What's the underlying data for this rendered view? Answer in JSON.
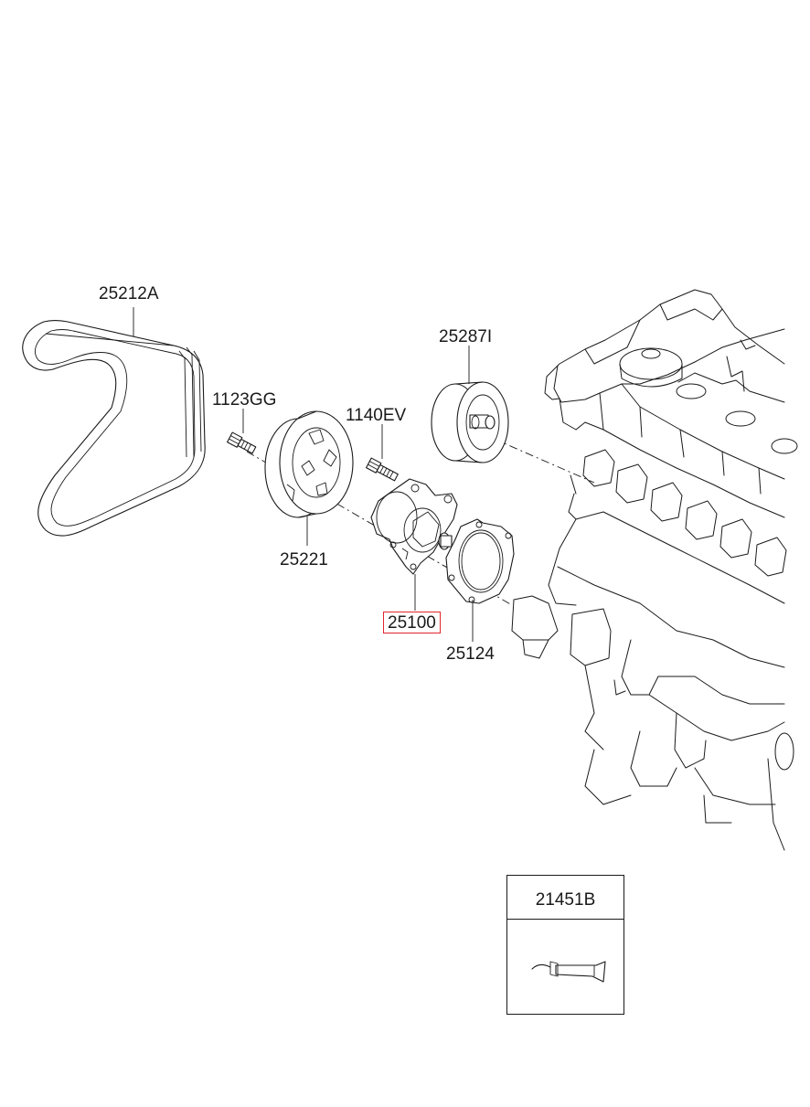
{
  "diagram": {
    "highlight_color": "#e0262b",
    "parts": [
      {
        "id": "belt",
        "label": "25212A",
        "icon": "v-ribbed-belt-icon",
        "highlighted": false
      },
      {
        "id": "bolt-1",
        "label": "1123GG",
        "icon": "bolt-icon",
        "highlighted": false
      },
      {
        "id": "pulley",
        "label": "25221",
        "icon": "pulley-icon",
        "highlighted": false
      },
      {
        "id": "bolt-2",
        "label": "1140EV",
        "icon": "bolt-icon",
        "highlighted": false
      },
      {
        "id": "idler",
        "label": "25287I",
        "icon": "idler-pulley-icon",
        "highlighted": false
      },
      {
        "id": "water-pump",
        "label": "25100",
        "icon": "water-pump-icon",
        "highlighted": true
      },
      {
        "id": "gasket",
        "label": "25124",
        "icon": "gasket-icon",
        "highlighted": false
      }
    ],
    "legend": {
      "label": "21451B",
      "icon": "sealant-tube-icon"
    }
  }
}
